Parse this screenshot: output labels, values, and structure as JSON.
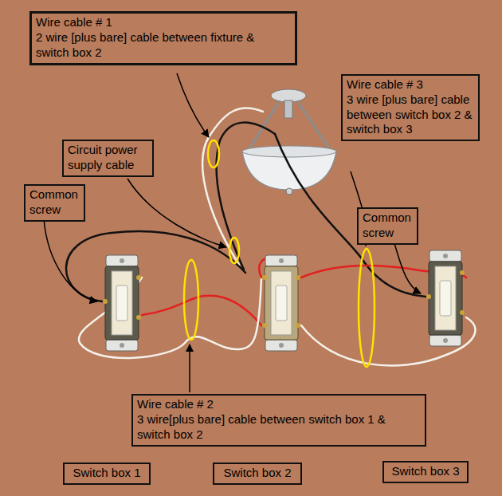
{
  "diagram": {
    "nodes": [
      {
        "text": [
          "Wire cable # 1",
          "2 wire [plus bare] cable between fixture & switch box 2"
        ]
      },
      {
        "text": [
          "Wire cable # 3",
          "3 wire [plus bare] cable between switch box 2 & switch box 3"
        ]
      },
      {
        "text": [
          "Circuit power supply cable"
        ]
      },
      {
        "text": [
          "Common screw"
        ]
      },
      {
        "text": [
          "Common screw"
        ]
      },
      {
        "text": [
          "Wire cable # 2",
          "3 wire[plus bare] cable between switch box 1 & switch box 2"
        ]
      },
      {
        "text": [
          "Switch box 1"
        ]
      },
      {
        "text": [
          "Switch box 2"
        ]
      },
      {
        "text": [
          "Switch box 3"
        ]
      }
    ]
  }
}
